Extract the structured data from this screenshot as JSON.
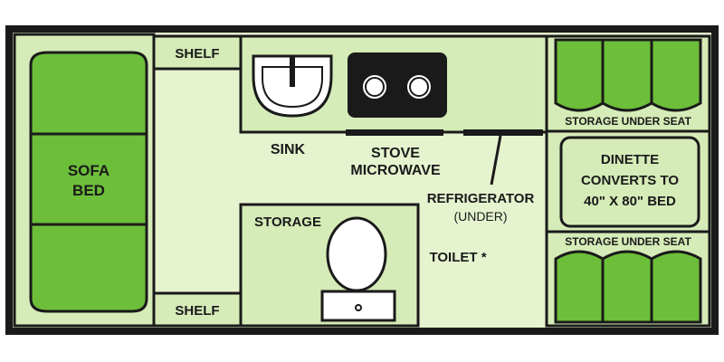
{
  "colors": {
    "bright_green": "#6dbf3a",
    "pale_green": "#e6f3cf",
    "light_green": "#d5ebb8",
    "outline": "#1a1a1a",
    "background": "#ffffff"
  },
  "labels": {
    "shelf_top": "SHELF",
    "shelf_bottom": "SHELF",
    "sofa_line1": "SOFA",
    "sofa_line2": "BED",
    "sink": "SINK",
    "stove": "STOVE",
    "microwave": "MICROWAVE",
    "refrigerator": "REFRIGERATOR",
    "refrigerator_note": "(UNDER)",
    "storage": "STORAGE",
    "toilet": "TOILET *",
    "storage_under_seat_top": "STORAGE UNDER SEAT",
    "storage_under_seat_bottom": "STORAGE UNDER SEAT",
    "dinette_line1": "DINETTE",
    "dinette_line2": "CONVERTS TO",
    "dinette_line3": "40\" X 80\" BED"
  }
}
